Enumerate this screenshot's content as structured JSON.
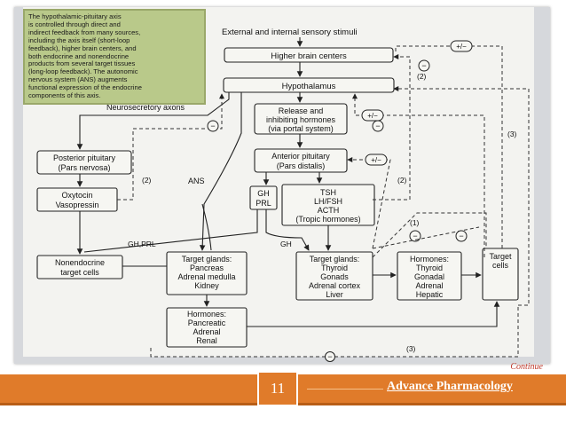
{
  "caption": "The hypothalamic-pituitary axis\nis controlled through direct and\nindirect feedback from many sources,\nincluding the axis itself (short-loop\nfeedback), higher brain centers, and\nboth endocrine and nonendocrine\nproducts from several target tissues\n(long-loop feedback). The autonomic\nnervous system (ANS) augments\nfunctional expression of the endocrine\ncomponents of this axis.",
  "diagram": {
    "stimuli": "External and internal sensory stimuli",
    "higher_brain": "Higher brain centers",
    "hypothalamus": "Hypothalamus",
    "neurosecretory": "Neurosecretory axons",
    "release_l1": "Release and",
    "release_l2": "inhibiting hormones",
    "release_l3": "(via portal system)",
    "ant_l1": "Anterior pituitary",
    "ant_l2": "(Pars distalis)",
    "post_l1": "Posterior pituitary",
    "post_l2": "(Pars nervosa)",
    "oxy_l1": "Oxytocin",
    "oxy_l2": "Vasopressin",
    "ghprl_l1": "GH",
    "ghprl_l2": "PRL",
    "tsh_l1": "TSH",
    "tsh_l2": "LH/FSH",
    "tsh_l3": "ACTH",
    "tsh_l4": "(Tropic hormones)",
    "ans": "ANS",
    "ghprl_label": "GH,PRL",
    "gh_label": "GH",
    "nonendo_l1": "Nonendocrine",
    "nonendo_l2": "target cells",
    "tg1_l1": "Target glands:",
    "tg1_l2": "Pancreas",
    "tg1_l3": "Adrenal medulla",
    "tg1_l4": "Kidney",
    "h1_l1": "Hormones:",
    "h1_l2": "Pancreatic",
    "h1_l3": "Adrenal",
    "h1_l4": "Renal",
    "tg2_l1": "Target glands:",
    "tg2_l2": "Thyroid",
    "tg2_l3": "Gonads",
    "tg2_l4": "Adrenal cortex",
    "tg2_l5": "Liver",
    "h2_l1": "Hormones:",
    "h2_l2": "Thyroid",
    "h2_l3": "Gonadal",
    "h2_l4": "Adrenal",
    "h2_l5": "Hepatic",
    "tc_l1": "Target",
    "tc_l2": "cells",
    "pm": "+/−",
    "minus": "−",
    "loop1": "(1)",
    "loop2": "(2)",
    "loop3": "(3)"
  },
  "footer": {
    "continue": "Continue",
    "page_number": "11",
    "title": "Advance Pharmacology"
  },
  "colors": {
    "accent": "#e07b2a",
    "continue": "#c0392b",
    "caption_bg": "#b9c98a"
  }
}
